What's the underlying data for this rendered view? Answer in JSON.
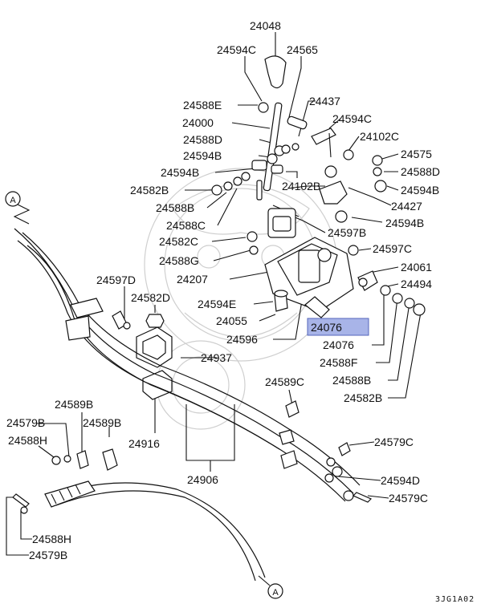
{
  "diagram": {
    "caption": "3JG1A02",
    "highlight_color": "#a8b4e8",
    "highlighted_label": "24076",
    "connector_markers": [
      "A",
      "A"
    ],
    "parts": [
      "24048",
      "24594C",
      "24565",
      "24588E",
      "24437",
      "24000",
      "24594C",
      "24588D",
      "24102C",
      "24594B",
      "24575",
      "24594B",
      "24588D",
      "24582B",
      "24102B",
      "24594B",
      "24588B",
      "24427",
      "24588C",
      "24594B",
      "24582C",
      "24597B",
      "24588G",
      "24597C",
      "24207",
      "24061",
      "24597D",
      "24582D",
      "24494",
      "24594E",
      "24055",
      "24076",
      "24596",
      "24076",
      "24937",
      "24588F",
      "24588B",
      "24582B",
      "24589C",
      "24589B",
      "24579B",
      "24589B",
      "24588H",
      "24916",
      "24579C",
      "24906",
      "24594D",
      "24579C",
      "24588H",
      "24579B"
    ]
  }
}
